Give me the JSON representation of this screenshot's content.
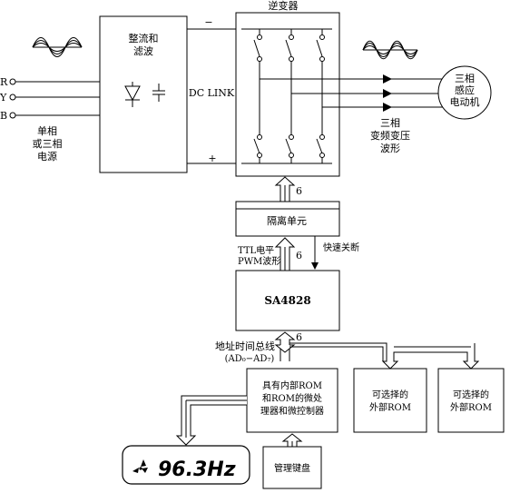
{
  "rectifier": {
    "title_line1": "整流和",
    "title_line2": "滤波"
  },
  "dclink": {
    "label": "DC LINK",
    "minus": "−",
    "plus": "+"
  },
  "inverter": {
    "title": "逆变器"
  },
  "inputs": {
    "r": "R",
    "y": "Y",
    "b": "B"
  },
  "power_source": {
    "line1": "单相",
    "line2": "或三相",
    "line3": "电源"
  },
  "motor": {
    "line1": "三相",
    "line2": "感应",
    "line3": "电动机"
  },
  "output_wave": {
    "line1": "三相",
    "line2": "变频变压",
    "line3": "波形"
  },
  "isolation": {
    "label": "隔离单元"
  },
  "bus_counts": {
    "upper": "6",
    "middle": "6",
    "lower": "6"
  },
  "pwm_signal": {
    "line1": "TTL电平",
    "line2": "PWM波形"
  },
  "fast_shutdown": {
    "label": "快速关断"
  },
  "sa4828": {
    "label": "SA4828"
  },
  "address_bus": {
    "line1": "地址时间总线",
    "line2": "(AD₀−AD₇)"
  },
  "mcu": {
    "line1": "具有内部ROM",
    "line2": "和ROM的微处",
    "line3": "理器和微控制器"
  },
  "ext_rom_1": {
    "line1": "可选择的",
    "line2": "外部ROM"
  },
  "ext_rom_2": {
    "line1": "可选择的",
    "line2": "外部ROM"
  },
  "display": {
    "value": "96.3Hz",
    "icon": "fan-icon"
  },
  "keyboard": {
    "label": "管理键盘"
  }
}
